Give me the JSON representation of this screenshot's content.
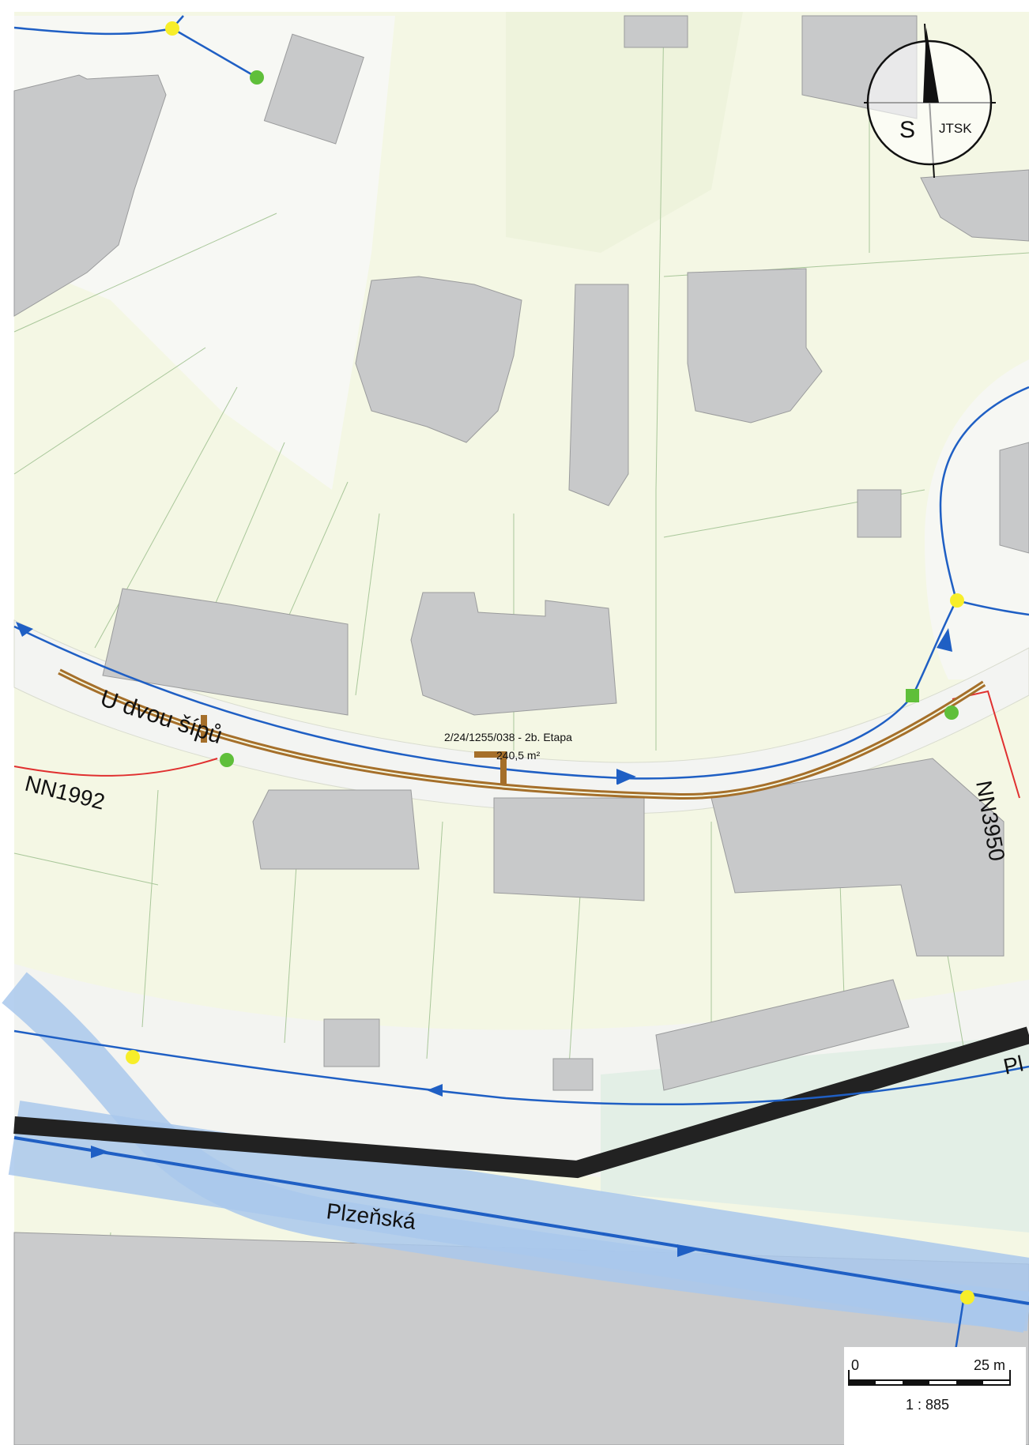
{
  "map": {
    "streets": {
      "u_dvou_sipu": "U dvou šípů",
      "plzenska": "Plzeňská",
      "plzenska_partial": "Pl"
    },
    "cables": {
      "nn1992": "NN1992",
      "nn3950": "NN3950"
    },
    "project": {
      "id_label": "2/24/1255/038 - 2b. Etapa",
      "area_label": "240,5 m²"
    },
    "north_arrow": {
      "letter": "S",
      "system": "JTSK"
    },
    "scale_bar": {
      "start": "0",
      "end": "25 m",
      "ratio": "1 : 885"
    },
    "colors": {
      "parcel_fill": "#f4f7e4",
      "road": "#f5f6f4",
      "building": "#c8c9ca",
      "water_main": "#1f5fc4",
      "sewer_band": "#a9c8ec",
      "black_line": "#222222",
      "project_outline": "#a56f2a",
      "hydrant": "#f7ee2a",
      "valve": "#5fbf3a",
      "power_cable": "#e03030"
    }
  }
}
